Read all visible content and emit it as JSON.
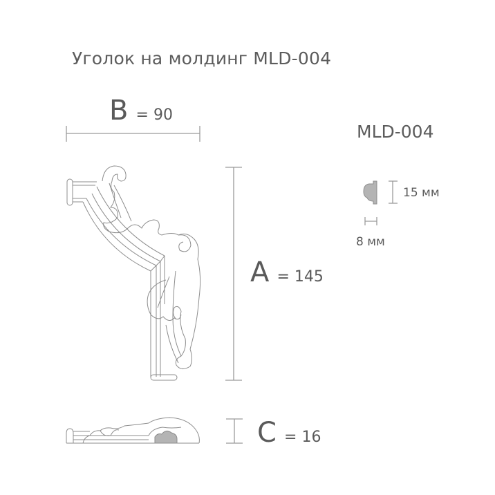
{
  "title": "Уголок на молдинг MLD-004",
  "dimensions": {
    "B": {
      "letter": "B",
      "eq": "= 90"
    },
    "A": {
      "letter": "A",
      "eq": "= 145"
    },
    "C": {
      "letter": "C",
      "eq": "= 16"
    }
  },
  "profile": {
    "model": "MLD-004",
    "height": "15 мм",
    "width": "8 мм"
  },
  "colors": {
    "text": "#5a5a5a",
    "line": "#9a9a9a",
    "profile_fill": "#b4b4b4"
  }
}
